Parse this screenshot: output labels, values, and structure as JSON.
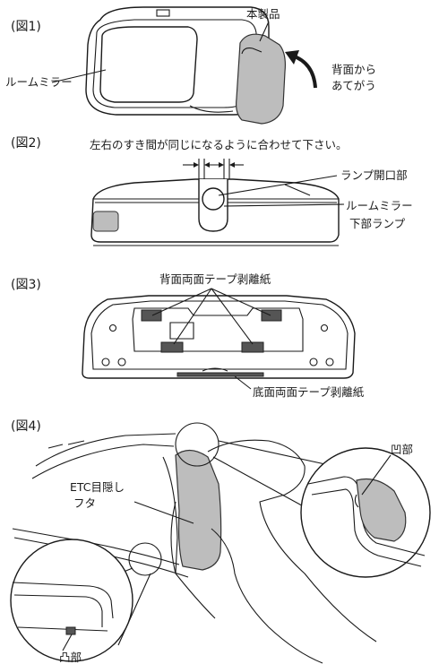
{
  "fig1": {
    "title": "(図1)",
    "label_product": "本製品",
    "label_mirror": "ルームミラー",
    "label_attach_line1": "背面から",
    "label_attach_line2": "あてがう"
  },
  "fig2": {
    "title": "(図2)",
    "instruction": "左右のすき間が同じになるように合わせて下さい。",
    "label_lamp_opening": "ランプ開口部",
    "label_mirror_lamp_line1": "ルームミラー",
    "label_mirror_lamp_line2": "下部ランプ"
  },
  "fig3": {
    "title": "(図3)",
    "label_back_tape": "背面両面テープ剥離紙",
    "label_bottom_tape": "底面両面テープ剥離紙"
  },
  "fig4": {
    "title": "(図4)",
    "label_recess": "凹部",
    "label_etc_line1": "ETC目隠し",
    "label_etc_line2": "フタ",
    "label_protrusion": "凸部"
  },
  "colors": {
    "line": "#1a1a1a",
    "part_fill": "#bdbdbd",
    "tape_fill": "#555555"
  }
}
